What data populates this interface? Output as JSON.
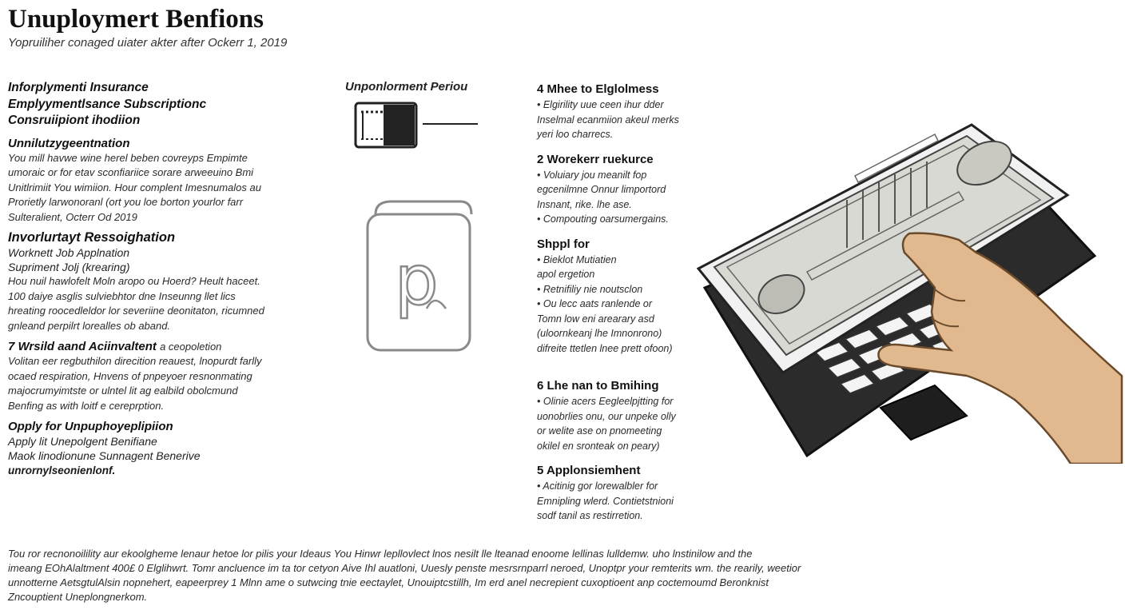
{
  "header": {
    "title": "Unuploymert Benfions",
    "subtitle": "Yopruiliher conaged uiater akter after Ockerr 1, 2019"
  },
  "left": {
    "heading_lines": [
      "Inforplymenti Insurance",
      "Emplyymentlsance Subscriptionc",
      "Consruiipiont ihodiion"
    ],
    "sections": [
      {
        "title": "Unnilutzygeentnation",
        "body": "You mill havwe wine herel beben covreyps Empimte umoraic or for etav sconfiariice sorare arweeuino Bmi Unitlrimiit You wimiion. Hour complent Imesnumalos au Prorietly larwonoranl (ort you loe borton yourlor farr Sulteralient, Octerr Od 2019"
      },
      {
        "title": "Invorlurtayt  Ressoighation",
        "sub_lines": [
          "Worknett Job Applnation",
          "Supriment Jolj (krearing)"
        ],
        "body": "Hou nuil hawlofelt Moln aropo ou Hoerd? Heult haceet. 100 daiye asglis sulviebhtor dne Inseunng llet lics hreating roocedleldor lor severiine deonitaton, ricumned gnleand perpilrt lorealles ob aband."
      },
      {
        "title": "7 Wrsild aand Aciinvaltent",
        "title_tail": "a ceopoletion",
        "body": "Volitan eer regbuthilon direcition reauest, lnopurdt farlly ocaed respiration, Hnvens of pnpeyoer resnonmating majocrumyimtste or ulntel lit ag ealbild obolcmund Benfing as with loitf e cereprption."
      },
      {
        "title": "Opply for Unpuphoyeplipiion",
        "sub_lines": [
          "Apply lit Unepolgent Benifiane",
          "Maok linodionune Sunnagent Benerive"
        ],
        "emph": "unrornylseonienlonf."
      }
    ]
  },
  "center": {
    "label": "Unponlorment Periou",
    "icon_letter": "p"
  },
  "right": {
    "sections": [
      {
        "title": "4  Mhee to Elglolmess",
        "lines": [
          "• Elgirility uue ceen ihur dder",
          "Inselmal ecanmiion  akeul merks",
          "yeri loo charrecs."
        ]
      },
      {
        "title": "2 Worekerr ruekurce",
        "lines": [
          "• Voluiary jou meanilt fop",
          "egcenilmne Onnur limportord",
          "Insnant, rike. lhe ase.",
          "• Compouting oarsumergains."
        ]
      },
      {
        "title": "Shppl for",
        "lines": [
          "• Bieklot Mutiatien",
          "apol ergetion",
          "• Retnifiliy nie noutsclon",
          "• Ou lecc aats  ranlende or",
          "Tomn low eni arearary asd",
          "(uloornkeanj lhe Imnonrono)",
          "difreite ttetlen lnee prett ofoon)"
        ]
      },
      {
        "title": "6 Lhe nan to Bmihing",
        "lines": [
          "• Olinie acers Eegleelpjtting for",
          "uonobrlies onu, our unpeke olly",
          "or welite  ase on pnomeeting",
          "okilel en  sronteak on peary)"
        ]
      },
      {
        "title": "5 Applonsiemhent",
        "lines": [
          "• Acitinig gor lorewalbler for",
          "Emnipling wlerd. Contietstnioni",
          "sodf tanil as restirretion."
        ]
      }
    ]
  },
  "footer": {
    "lines": [
      "Tou ror recnonoilility  aur ekoolgheme lenaur hetoe lor  pilis  your Ideaus  You  Hinwr  lepllovlect  lnos  nesilt  lle lteanad  enoome  lellinas  lulldemw.  uho lnstinilow and  the",
      "imeang EOhAlaltment  400£ 0 Elglihwrt.  Tomr ancluence im ta tor cetyon  Aive Ihl auatloni, Uuesly  penste  mesrsrnparrl  neroed,  Unoptpr your  remterits wm. the rearily,  weetior",
      "unnotterne AetsgtulAlsin  nopnehert,  eapeerprey 1 Mlnn ame  o  sutwcing tnie eectaylet,  Unouiptcstillh,  Im erd  anel  necrepient  cuxoptioent  anp  coctemoumd  Beronknist",
      "Zncouptient Uneplongnerkom."
    ]
  },
  "colors": {
    "text": "#1a1a1a",
    "bill": "#d9d9d4",
    "skin": "#e2b98e",
    "device_frame": "#333333",
    "icon_stroke": "#777777"
  },
  "icons": [
    "card-icon",
    "passport-icon",
    "laptop-dollar-hand-illustration"
  ]
}
